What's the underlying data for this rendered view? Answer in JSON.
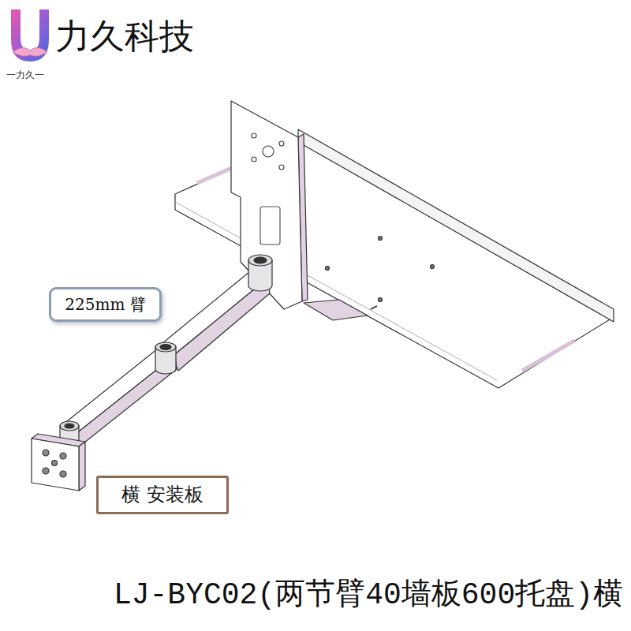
{
  "diagram": {
    "caption": "LJ-BYC02(两节臂40墙板600托盘)横",
    "nodes": [
      {
        "text": [
          "225mm 臂"
        ]
      },
      {
        "text": [
          "横 安装板"
        ]
      }
    ],
    "edges": [],
    "labels": [
      "力久科技",
      "一力久一"
    ]
  }
}
